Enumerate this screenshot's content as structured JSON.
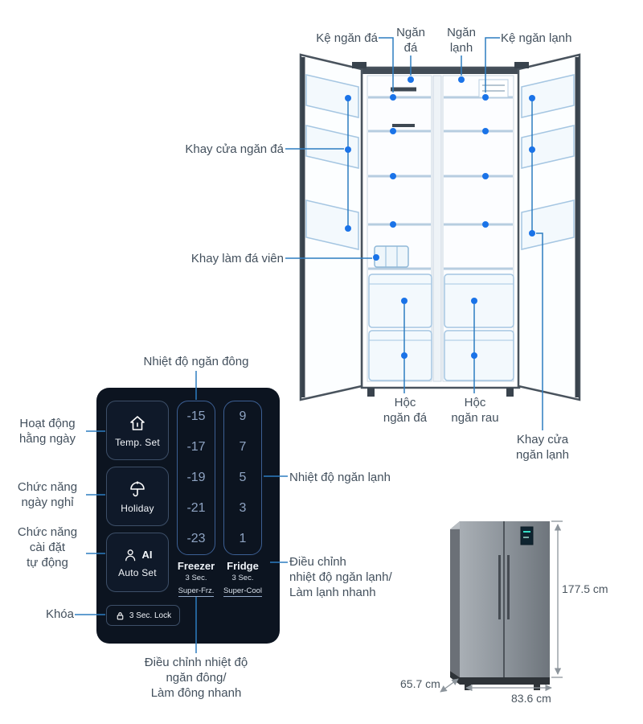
{
  "colors": {
    "accent": "#1a73e8",
    "leader_line": "#2d7dc1",
    "label_text": "#43505d",
    "panel_bg": "#0c1420"
  },
  "diagram_labels": {
    "freezer_shelf": "Kệ ngăn đá",
    "freezer_compartment": "Ngăn\nđá",
    "fridge_compartment": "Ngăn\nlạnh",
    "fridge_shelf": "Kệ ngăn lạnh",
    "freezer_door_tray": "Khay cửa ngăn đá",
    "ice_cube_tray": "Khay làm đá viên",
    "freezer_drawer": "Hộc\nngăn đá",
    "vegetable_drawer": "Hộc\nngăn rau",
    "fridge_door_tray": "Khay cửa\nngăn lạnh"
  },
  "panel_labels": {
    "freezer_temperature": "Nhiệt độ ngăn đông",
    "daily_activity": "Hoạt động\nhằng ngày",
    "holiday_function": "Chức năng\nngày nghỉ",
    "auto_setting": "Chức năng\ncài đặt\ntự động",
    "lock": "Khóa",
    "fridge_temperature": "Nhiệt độ ngăn lạnh",
    "fridge_adjust": "Điều chỉnh\nnhiệt độ ngăn lạnh/\nLàm lạnh nhanh",
    "freezer_adjust": "Điều chỉnh nhiệt độ\nngăn đông/\nLàm đông nhanh"
  },
  "panel": {
    "buttons": [
      {
        "label": "Temp. Set",
        "icon": "house"
      },
      {
        "label": "Holiday",
        "icon": "umbrella"
      },
      {
        "label": "Auto Set",
        "prefix": "AI",
        "icon": "person"
      }
    ],
    "freezer_temps": [
      "-15",
      "-17",
      "-19",
      "-21",
      "-23"
    ],
    "fridge_temps": [
      "9",
      "7",
      "5",
      "3",
      "1"
    ],
    "freezer_caption": {
      "title": "Freezer",
      "line1": "3 Sec.",
      "line2": "Super-Frz."
    },
    "fridge_caption": {
      "title": "Fridge",
      "line1": "3 Sec.",
      "line2": "Super-Cool"
    },
    "lock_label": "3 Sec. Lock"
  },
  "dimensions": {
    "height": "177.5 cm",
    "depth": "65.7 cm",
    "width": "83.6 cm"
  }
}
